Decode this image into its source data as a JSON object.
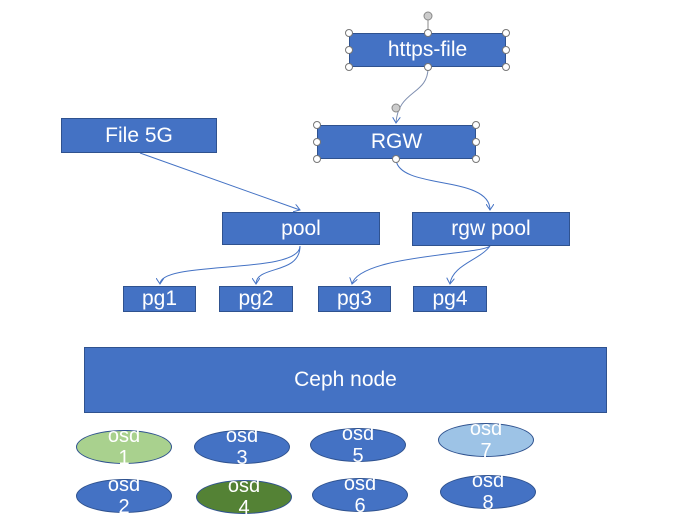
{
  "nodes": {
    "https": "https-file",
    "rgw": "RGW",
    "file": "File 5G",
    "pool": "pool",
    "rgwpool": "rgw pool",
    "pg1": "pg1",
    "pg2": "pg2",
    "pg3": "pg3",
    "pg4": "pg4",
    "ceph": "Ceph node"
  },
  "osds": [
    {
      "name": "osd",
      "num": "1",
      "color": "#A9D18E"
    },
    {
      "name": "osd",
      "num": "2",
      "color": "#4472C4"
    },
    {
      "name": "osd",
      "num": "3",
      "color": "#4472C4"
    },
    {
      "name": "osd",
      "num": "4",
      "color": "#548235"
    },
    {
      "name": "osd",
      "num": "5",
      "color": "#4472C4"
    },
    {
      "name": "osd",
      "num": "6",
      "color": "#4472C4"
    },
    {
      "name": "osd",
      "num": "7",
      "color": "#9DC3E6"
    },
    {
      "name": "osd",
      "num": "8",
      "color": "#4472C4"
    }
  ],
  "colors": {
    "box": "#4472C4",
    "connector": "#4472C4"
  }
}
